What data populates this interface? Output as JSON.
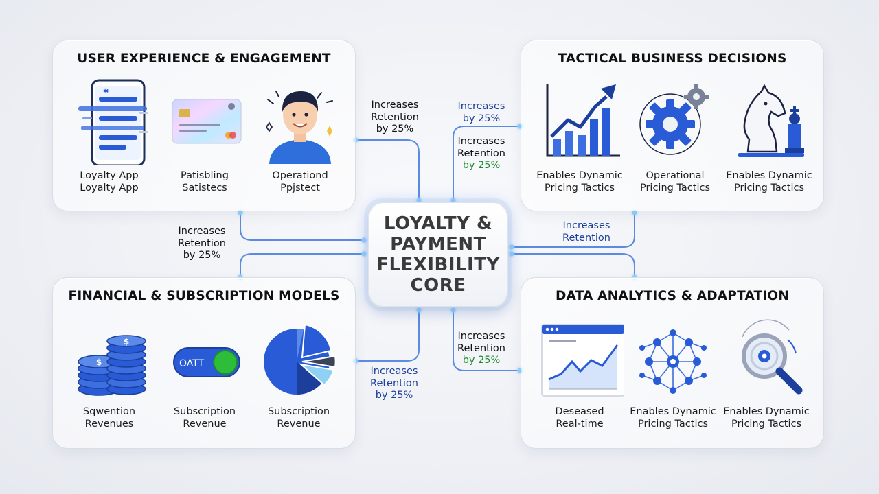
{
  "core": {
    "lines": [
      "LOYALTY &",
      "PAYMENT",
      "FLEXIBILITY",
      "CORE"
    ]
  },
  "panels": {
    "ux": {
      "title": "USER EXPERIENCE & ENGAGEMENT",
      "items": [
        {
          "icon": "smartphone-app-icon",
          "lines": [
            "Loyalty App",
            "Loyalty App"
          ]
        },
        {
          "icon": "payment-card-icon",
          "lines": [
            "Patisbling",
            "Satistecs"
          ]
        },
        {
          "icon": "happy-user-icon",
          "lines": [
            "Operationd",
            "Ppjstect"
          ]
        }
      ]
    },
    "tactical": {
      "title": "TACTICAL BUSINESS DECISIONS",
      "items": [
        {
          "icon": "growth-bar-chart-icon",
          "lines": [
            "Enables Dynamic",
            "Pricing Tactics"
          ]
        },
        {
          "icon": "gears-icon",
          "lines": [
            "Operational",
            "Pricing Tactics"
          ]
        },
        {
          "icon": "chess-pieces-icon",
          "lines": [
            "Enables Dynamic",
            "Pricing Tactics"
          ]
        }
      ]
    },
    "financial": {
      "title": "FINANCIAL & SUBSCRIPTION MODELS",
      "items": [
        {
          "icon": "coin-stacks-icon",
          "lines": [
            "Sqwention",
            "Revenues"
          ]
        },
        {
          "icon": "toggle-switch-icon",
          "toggle_text": "OATT",
          "lines": [
            "Subscription",
            "Revenue"
          ]
        },
        {
          "icon": "pie-chart-icon",
          "lines": [
            "Subscription",
            "Revenue"
          ]
        }
      ]
    },
    "data": {
      "title": "DATA ANALYTICS & ADAPTATION",
      "items": [
        {
          "icon": "line-chart-window-icon",
          "lines": [
            "Deseased",
            "Real-time"
          ]
        },
        {
          "icon": "network-nodes-icon",
          "lines": [
            "Enables Dynamic",
            "Pricing Tactics"
          ]
        },
        {
          "icon": "magnifier-icon",
          "lines": [
            "Enables Dynamic",
            "Pricing Tactics"
          ]
        }
      ]
    }
  },
  "notes": {
    "top_left": [
      "Increases",
      "Retention",
      "by 25%"
    ],
    "top_right_a": [
      "Increases",
      "by 25%"
    ],
    "top_right_b": [
      "Increases",
      "Retention",
      "by 25%"
    ],
    "mid_left": [
      "Increases",
      "Retention",
      "by 25%"
    ],
    "mid_right": [
      "Increases",
      "Retention"
    ],
    "bottom_left": [
      "Increases",
      "Retention",
      "by 25%"
    ],
    "bottom_right": [
      "Increases",
      "Retention",
      "by 25%"
    ]
  },
  "colors": {
    "primary_blue": "#2a5bd7",
    "navy": "#1b3f9a",
    "green_highlight": "#1e8b2e",
    "connector": "#4a7fe0"
  }
}
